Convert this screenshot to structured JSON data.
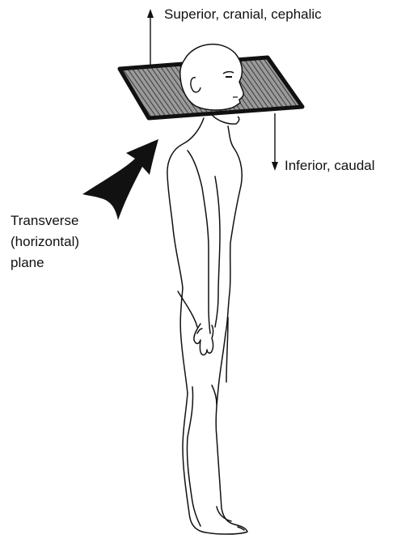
{
  "labels": {
    "superior": "Superior, cranial, cephalic",
    "inferior": "Inferior, caudal",
    "plane_line1": "Transverse",
    "plane_line2": "(horizontal)",
    "plane_line3": "plane"
  },
  "colors": {
    "ink": "#111111",
    "plane_fill": "#8a8a8a",
    "background": "#ffffff"
  }
}
